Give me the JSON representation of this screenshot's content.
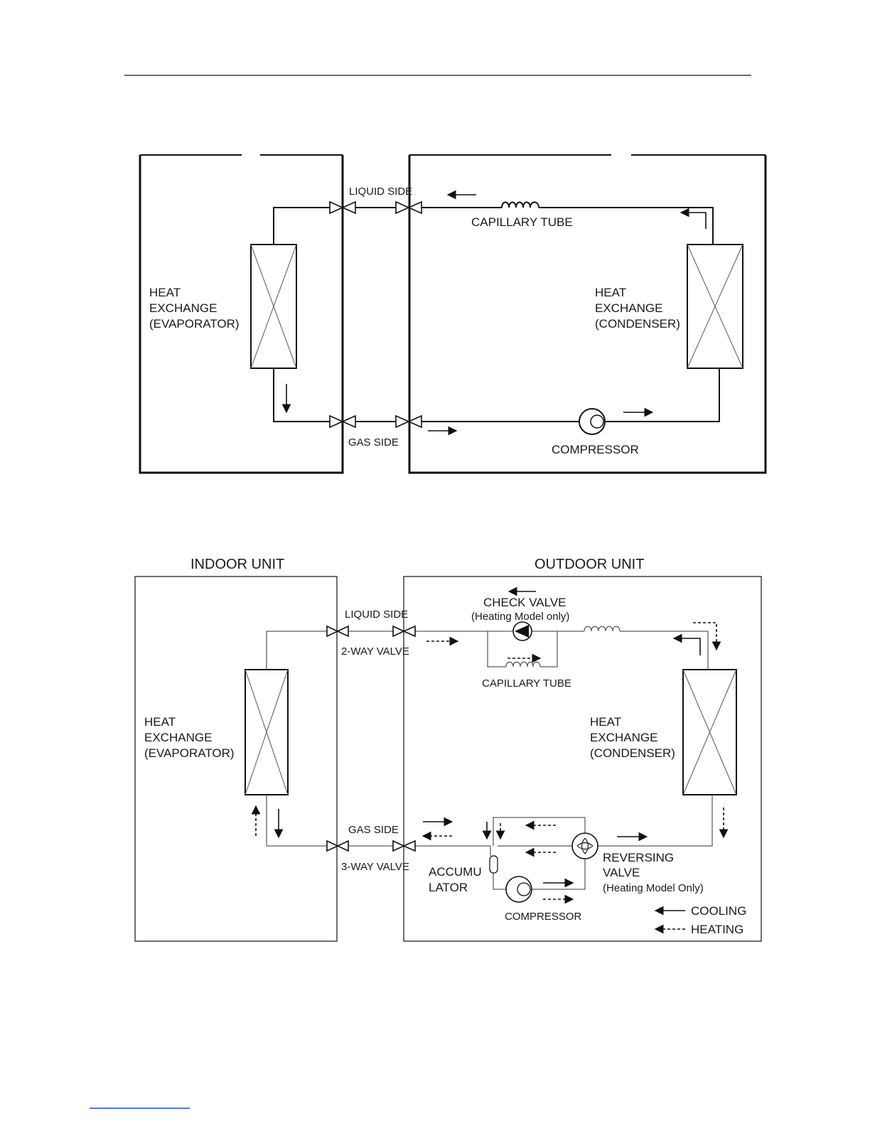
{
  "diagram1": {
    "liquid_side": "LIQUID SIDE",
    "gas_side": "GAS SIDE",
    "capillary_tube": "CAPILLARY TUBE",
    "compressor": "COMPRESSOR",
    "evaporator_label": [
      "HEAT",
      "EXCHANGE",
      "(EVAPORATOR)"
    ],
    "condenser_label": [
      "HEAT",
      "EXCHANGE",
      "(CONDENSER)"
    ]
  },
  "diagram2": {
    "indoor_unit": "INDOOR UNIT",
    "outdoor_unit": "OUTDOOR UNIT",
    "liquid_side": "LIQUID SIDE",
    "two_way_valve": "2-WAY VALVE",
    "gas_side": "GAS SIDE",
    "three_way_valve": "3-WAY VALVE",
    "check_valve": "CHECK VALVE",
    "check_valve_note": "(Heating Model only)",
    "capillary_tube": "CAPILLARY TUBE",
    "evaporator_label": [
      "HEAT",
      "EXCHANGE",
      "(EVAPORATOR)"
    ],
    "condenser_label": [
      "HEAT",
      "EXCHANGE",
      "(CONDENSER)"
    ],
    "accumulator_label": [
      "ACCUMU",
      "LATOR"
    ],
    "compressor": "COMPRESSOR",
    "reversing_valve_label": [
      "REVERSING",
      "VALVE",
      "(Heating Model Only)"
    ],
    "legend": {
      "cooling": "COOLING",
      "heating": "HEATING"
    }
  },
  "colors": {
    "line": "#111111",
    "footer_link": "#1f4fd8"
  }
}
